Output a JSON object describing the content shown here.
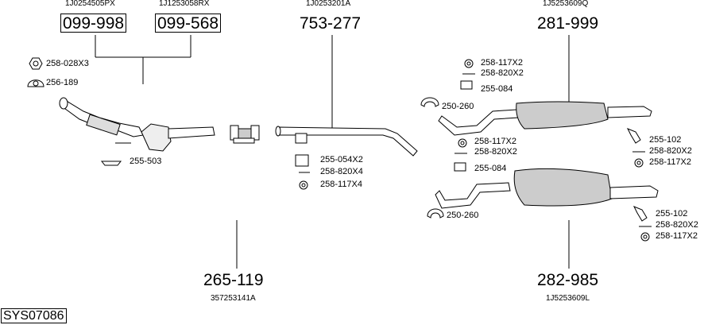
{
  "diagram_id": "SYS07086",
  "groups": [
    {
      "oem": "1J0254505PX",
      "part": "099-998"
    },
    {
      "oem": "1J1253058RX",
      "part": "099-568"
    },
    {
      "oem": "1J0253201A",
      "part": "753-277"
    },
    {
      "oem": "1J5253609Q",
      "part": "281-999"
    },
    {
      "oem": "357253141A",
      "part": "265-119"
    },
    {
      "oem": "1J5253609L",
      "part": "282-985"
    }
  ],
  "callouts": {
    "c1": "258-028X3",
    "c2": "256-189",
    "c3": "255-503",
    "c4": "255-054X2",
    "c5": "258-820X4",
    "c6": "258-117X4",
    "c7": "258-117X2",
    "c8": "258-820X2",
    "c9": "255-084",
    "c10": "250-260",
    "c11": "255-102",
    "c12": "258-820X2",
    "c13": "258-117X2",
    "c14": "258-117X2",
    "c15": "258-820X2",
    "c16": "255-084",
    "c17": "250-260",
    "c18": "255-102",
    "c19": "258-820X2",
    "c20": "258-117X2"
  }
}
